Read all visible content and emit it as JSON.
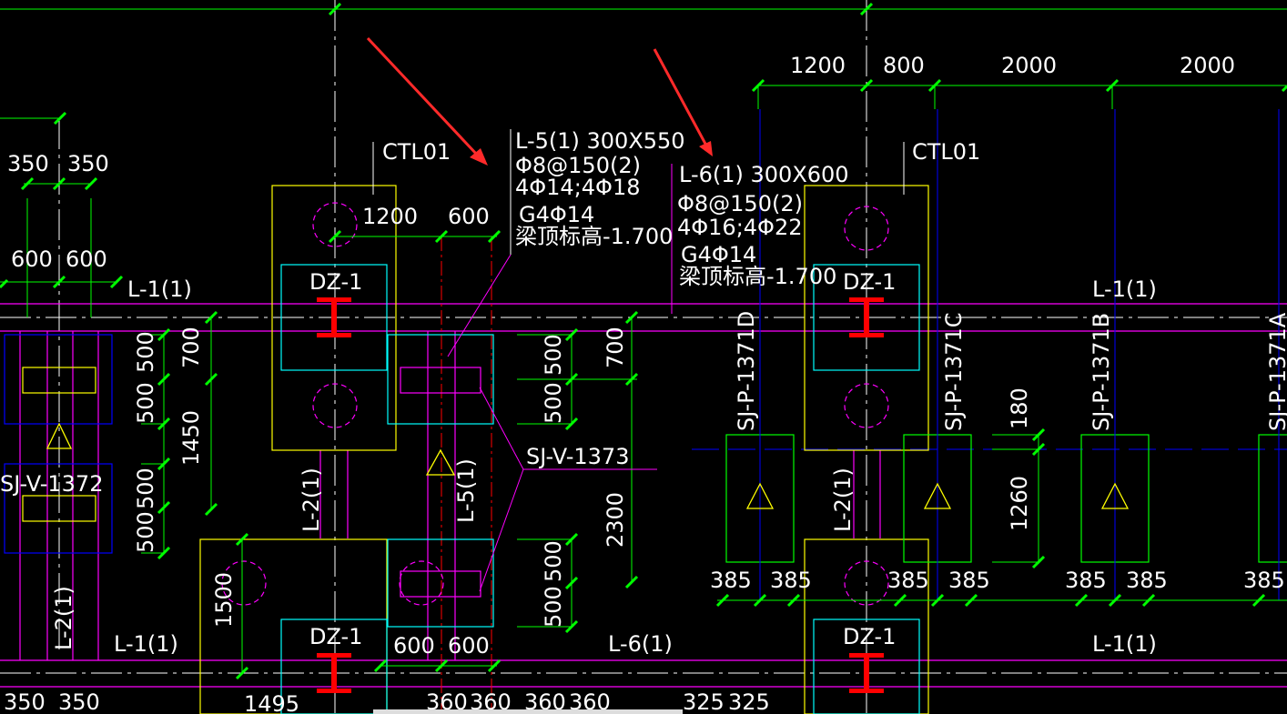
{
  "colors": {
    "background": "#000000",
    "green": "#00ff00",
    "magenta": "#ff00ff",
    "yellow": "#ffff00",
    "cyan": "#00ffff",
    "blue": "#0000ff",
    "red": "#ff0000",
    "white": "#ffffff",
    "purple": "#cc00cc",
    "arrow": "#ff2a2a"
  },
  "labels": {
    "ctl01": "CTL01",
    "dz1": "DZ-1",
    "l1": "L-1(1)",
    "l2": "L-2(1)",
    "l5": "L-5(1)",
    "l6": "L-6(1)",
    "sjv1372": "SJ-V-1372",
    "sjv1373": "SJ-V-1373",
    "sjp1371d": "SJ-P-1371D",
    "sjp1371c": "SJ-P-1371C",
    "sjp1371b": "SJ-P-1371B",
    "sjp1371a": "SJ-P-1371A"
  },
  "annotations": {
    "l5": [
      "L-5(1) 300X550",
      "Φ8@150(2)",
      "4Φ14;4Φ18",
      "G4Φ14",
      "梁顶标高-1.700"
    ],
    "l6": [
      "L-6(1) 300X600",
      "Φ8@150(2)",
      "4Φ16;4Φ22",
      "G4Φ14",
      "梁顶标高-1.700"
    ]
  },
  "dims": {
    "d1200": "1200",
    "d800": "800",
    "d2000": "2000",
    "d350": "350",
    "d600": "600",
    "d700": "700",
    "d500": "500",
    "d1450": "1450",
    "d1500": "1500",
    "d1495": "1495",
    "d2300": "2300",
    "d180": "180",
    "d1260": "1260",
    "d385": "385",
    "d360": "360",
    "d325": "325"
  }
}
